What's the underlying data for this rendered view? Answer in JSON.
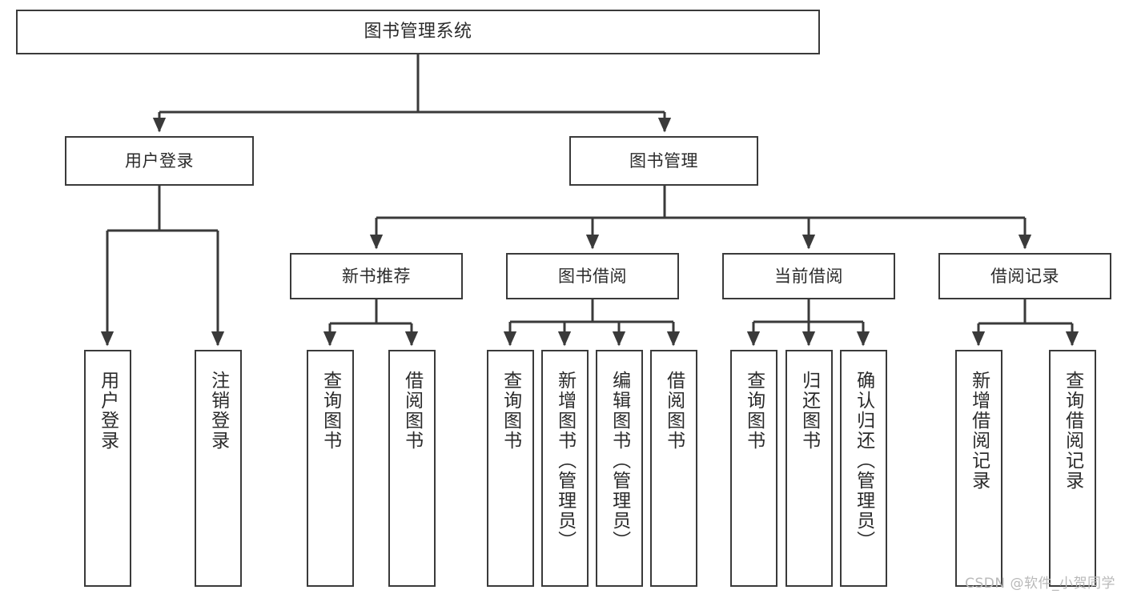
{
  "diagram": {
    "title": "图书管理系统",
    "type": "hierarchy-tree",
    "watermark": "CSDN @软件_小贺同学",
    "colors": {
      "box_border": "#3a3a3a",
      "box_fill": "#ffffff",
      "edge": "#3a3a3a",
      "text": "#2b2b2b",
      "watermark": "#b9b9b9"
    },
    "nodes": {
      "root": {
        "label": "图书管理系统",
        "level": 1
      },
      "l2": [
        {
          "label": "用户登录",
          "level": 2
        },
        {
          "label": "图书管理",
          "level": 2
        }
      ],
      "l3": [
        {
          "label": "新书推荐",
          "level": 3
        },
        {
          "label": "图书借阅",
          "level": 3
        },
        {
          "label": "当前借阅",
          "level": 3
        },
        {
          "label": "借阅记录",
          "level": 3
        }
      ],
      "leaves": {
        "user_login": [
          {
            "label": "用户登录"
          },
          {
            "label": "注销登录"
          }
        ],
        "new_book": [
          {
            "label": "查询图书"
          },
          {
            "label": "借阅图书"
          }
        ],
        "book_borrow": [
          {
            "label": "查询图书"
          },
          {
            "label": "新增图书（管理员）"
          },
          {
            "label": "编辑图书（管理员）"
          },
          {
            "label": "借阅图书"
          }
        ],
        "current_borrow": [
          {
            "label": "查询图书"
          },
          {
            "label": "归还图书"
          },
          {
            "label": "确认归还（管理员）"
          }
        ],
        "borrow_record": [
          {
            "label": "新增借阅记录"
          },
          {
            "label": "查询借阅记录"
          }
        ]
      }
    }
  }
}
